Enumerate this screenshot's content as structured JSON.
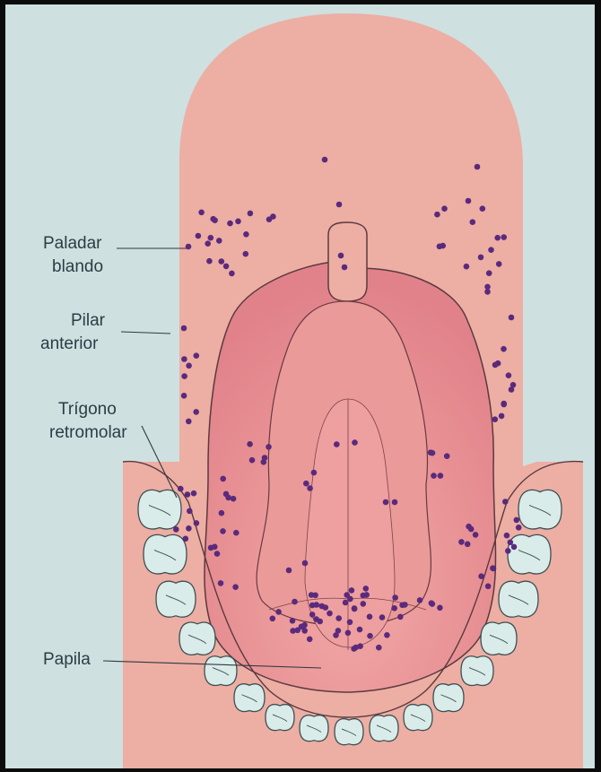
{
  "labels": {
    "paladar_blando": [
      "Paladar",
      "blando"
    ],
    "pilar_anterior": [
      "Pilar",
      "anterior"
    ],
    "trigono_retromolar": [
      "Trígono",
      "retromolar"
    ],
    "papila": "Papila"
  },
  "colors": {
    "background": "#cfe0e0",
    "mucosa": "#edaea4",
    "tongue_outer": "#e58f8e",
    "tongue_inner": "#ea9a98",
    "outline": "#5a3a3e",
    "tooth": "#d9ece9",
    "gland_dot": "#5a2a7c"
  }
}
